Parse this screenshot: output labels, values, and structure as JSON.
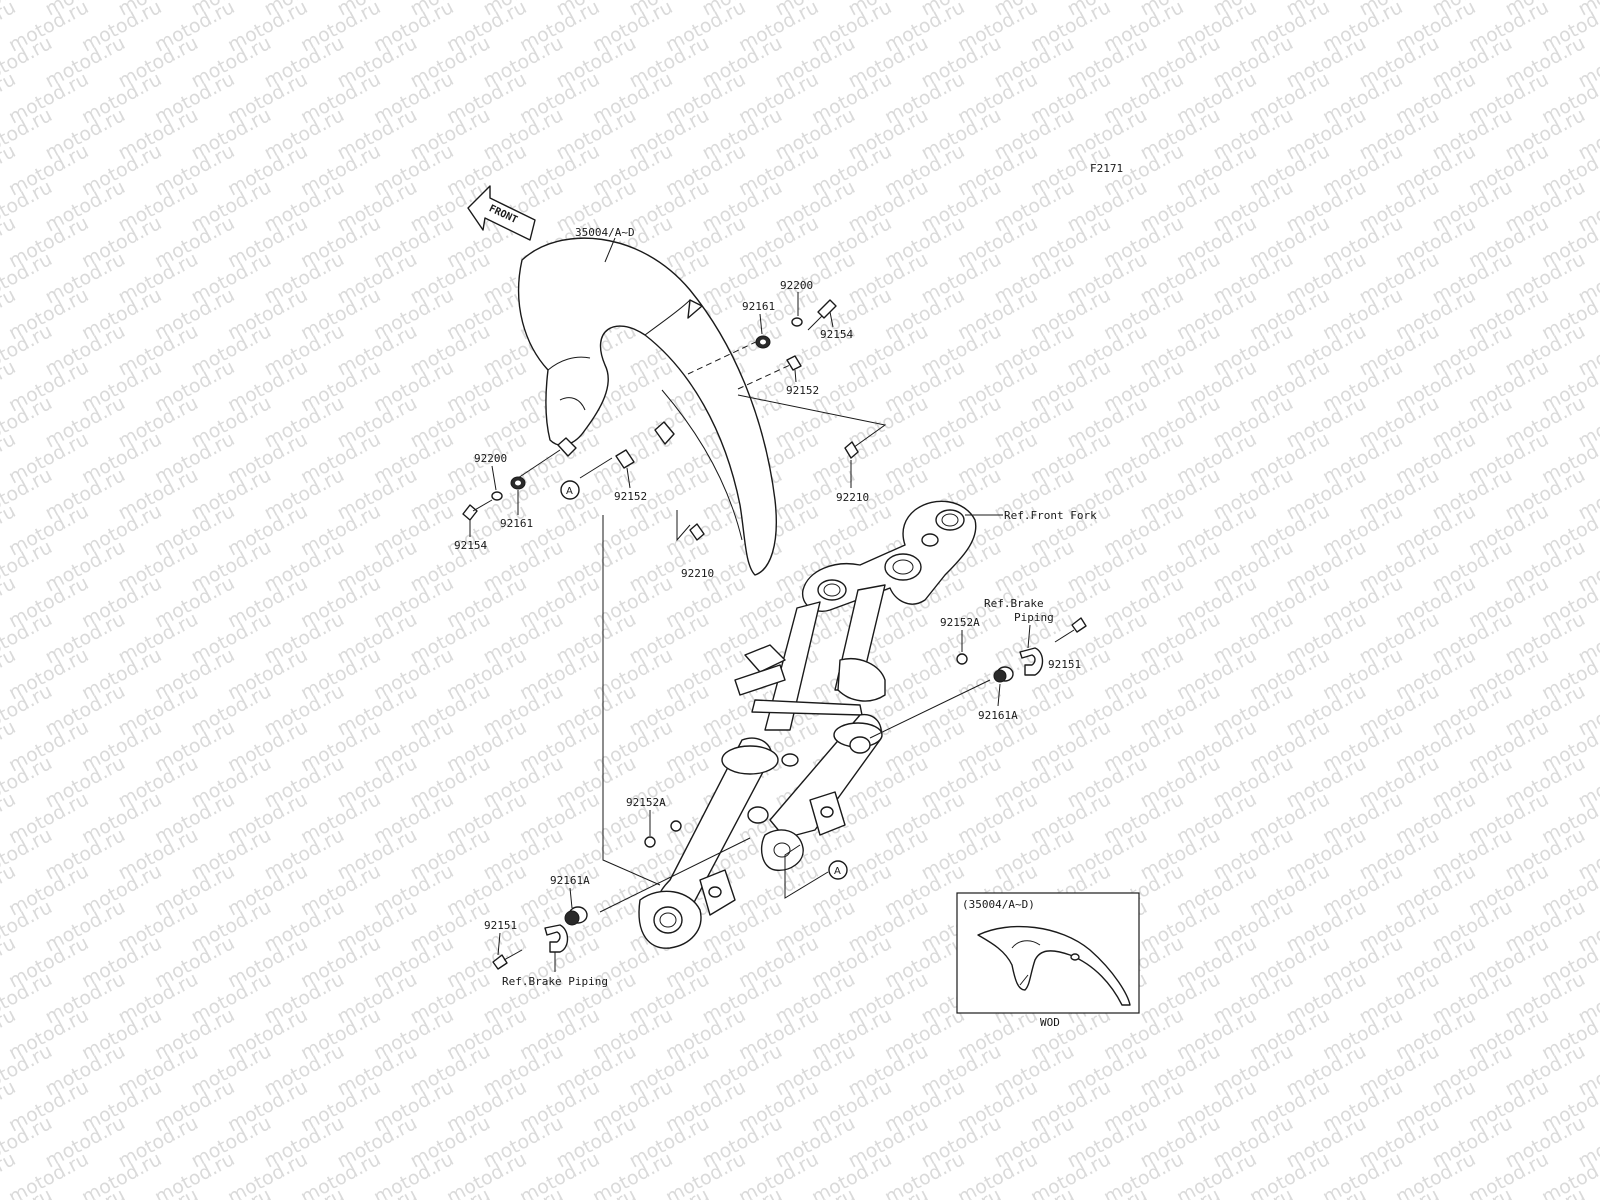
{
  "diagram": {
    "code": "F2171",
    "watermark_text": "motod.ru",
    "front_arrow_text": "FRONT",
    "labels": {
      "fender": "35004/A~D",
      "washer_top_right": "92200",
      "grommet_top_right": "92161",
      "bolt_top_right": "92154",
      "collar_top_right": "92152",
      "clip_right": "92210",
      "washer_left": "92200",
      "grommet_left": "92161",
      "bolt_left": "92154",
      "collar_left": "92152",
      "clip_lower": "92210",
      "ref_front_fork": "Ref.Front Fork",
      "ref_brake_piping_right_1": "Ref.Brake",
      "ref_brake_piping_right_2": "Piping",
      "collar_a_right": "92152A",
      "bolt_right": "92151",
      "grommet_a_right": "92161A",
      "collar_a_left": "92152A",
      "grommet_a_left": "92161A",
      "bolt_left_lower": "92151",
      "ref_brake_piping_left": "Ref.Brake Piping",
      "marker_a_1": "A",
      "marker_a_2": "A"
    },
    "inset": {
      "title": "(35004/A~D)",
      "caption": "WOD"
    }
  }
}
